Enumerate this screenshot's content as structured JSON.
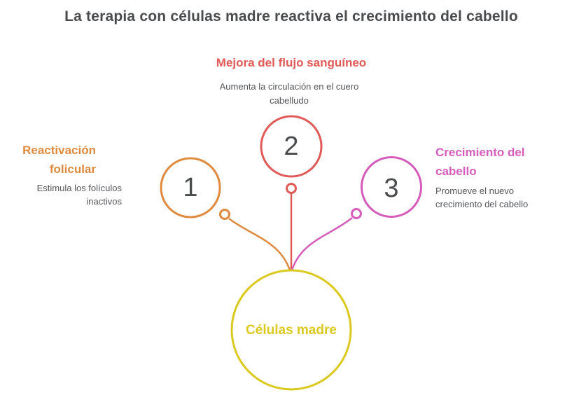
{
  "title": {
    "text": "La terapia con células madre reactiva el crecimiento del cabello",
    "color": "#4a4b4d"
  },
  "center_node": {
    "label": "Células madre",
    "color": "#dcc91f"
  },
  "nodes": [
    {
      "number": "1",
      "title": "Reactivación folicular",
      "description": "Estimula los folículos inactivos",
      "color": "#df8a3e"
    },
    {
      "number": "2",
      "title": "Mejora del flujo sanguíneo",
      "description": "Aumenta la circulación en el cuero cabelludo",
      "color": "#e05a57"
    },
    {
      "number": "3",
      "title": "Crecimiento del cabello",
      "description": "Promueve el nuevo crecimiento del cabello",
      "color": "#d55cba"
    }
  ],
  "text_colors": {
    "number": "#4a4b4d",
    "description": "#56575b"
  }
}
